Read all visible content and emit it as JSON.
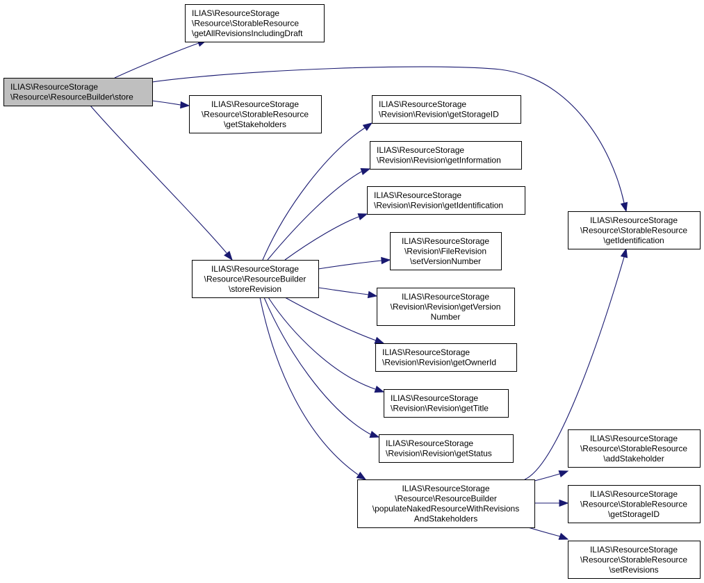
{
  "diagram": {
    "type": "call-graph",
    "edge_color": "#191970",
    "root_fill": "#bfbfbf",
    "nodes": [
      {
        "id": "store",
        "root": true,
        "lines": [
          "ILIAS\\ResourceStorage",
          "\\Resource\\ResourceBuilder\\store"
        ]
      },
      {
        "id": "getAllRevisionsIncludingDraft",
        "lines": [
          "ILIAS\\ResourceStorage",
          "\\Resource\\StorableResource",
          "\\getAllRevisionsIncludingDraft"
        ]
      },
      {
        "id": "getStakeholders",
        "lines": [
          "ILIAS\\ResourceStorage",
          "\\Resource\\StorableResource",
          "\\getStakeholders"
        ]
      },
      {
        "id": "storeRevision",
        "lines": [
          "ILIAS\\ResourceStorage",
          "\\Resource\\ResourceBuilder",
          "\\storeRevision"
        ]
      },
      {
        "id": "rev_getStorageID",
        "lines": [
          "ILIAS\\ResourceStorage",
          "\\Revision\\Revision\\getStorageID"
        ]
      },
      {
        "id": "rev_getInformation",
        "lines": [
          "ILIAS\\ResourceStorage",
          "\\Revision\\Revision\\getInformation"
        ]
      },
      {
        "id": "rev_getIdentification",
        "lines": [
          "ILIAS\\ResourceStorage",
          "\\Revision\\Revision\\getIdentification"
        ]
      },
      {
        "id": "setVersionNumber",
        "lines": [
          "ILIAS\\ResourceStorage",
          "\\Revision\\FileRevision",
          "\\setVersionNumber"
        ]
      },
      {
        "id": "getVersionNumber",
        "lines": [
          "ILIAS\\ResourceStorage",
          "\\Revision\\Revision\\getVersion",
          "Number"
        ]
      },
      {
        "id": "getOwnerId",
        "lines": [
          "ILIAS\\ResourceStorage",
          "\\Revision\\Revision\\getOwnerId"
        ]
      },
      {
        "id": "getTitle",
        "lines": [
          "ILIAS\\ResourceStorage",
          "\\Revision\\Revision\\getTitle"
        ]
      },
      {
        "id": "getStatus",
        "lines": [
          "ILIAS\\ResourceStorage",
          "\\Revision\\Revision\\getStatus"
        ]
      },
      {
        "id": "populateNaked",
        "lines": [
          "ILIAS\\ResourceStorage",
          "\\Resource\\ResourceBuilder",
          "\\populateNakedResourceWithRevisions",
          "AndStakeholders"
        ]
      },
      {
        "id": "sr_getIdentification",
        "lines": [
          "ILIAS\\ResourceStorage",
          "\\Resource\\StorableResource",
          "\\getIdentification"
        ]
      },
      {
        "id": "addStakeholder",
        "lines": [
          "ILIAS\\ResourceStorage",
          "\\Resource\\StorableResource",
          "\\addStakeholder"
        ]
      },
      {
        "id": "sr_getStorageID",
        "lines": [
          "ILIAS\\ResourceStorage",
          "\\Resource\\StorableResource",
          "\\getStorageID"
        ]
      },
      {
        "id": "setRevisions",
        "lines": [
          "ILIAS\\ResourceStorage",
          "\\Resource\\StorableResource",
          "\\setRevisions"
        ]
      }
    ],
    "edges": [
      {
        "from": "store",
        "to": "getAllRevisionsIncludingDraft"
      },
      {
        "from": "store",
        "to": "sr_getIdentification"
      },
      {
        "from": "store",
        "to": "getStakeholders"
      },
      {
        "from": "store",
        "to": "storeRevision"
      },
      {
        "from": "storeRevision",
        "to": "rev_getStorageID"
      },
      {
        "from": "storeRevision",
        "to": "rev_getInformation"
      },
      {
        "from": "storeRevision",
        "to": "rev_getIdentification"
      },
      {
        "from": "storeRevision",
        "to": "setVersionNumber"
      },
      {
        "from": "storeRevision",
        "to": "getVersionNumber"
      },
      {
        "from": "storeRevision",
        "to": "getOwnerId"
      },
      {
        "from": "storeRevision",
        "to": "getTitle"
      },
      {
        "from": "storeRevision",
        "to": "getStatus"
      },
      {
        "from": "storeRevision",
        "to": "populateNaked"
      },
      {
        "from": "populateNaked",
        "to": "sr_getIdentification"
      },
      {
        "from": "populateNaked",
        "to": "addStakeholder"
      },
      {
        "from": "populateNaked",
        "to": "sr_getStorageID"
      },
      {
        "from": "populateNaked",
        "to": "setRevisions"
      }
    ]
  }
}
